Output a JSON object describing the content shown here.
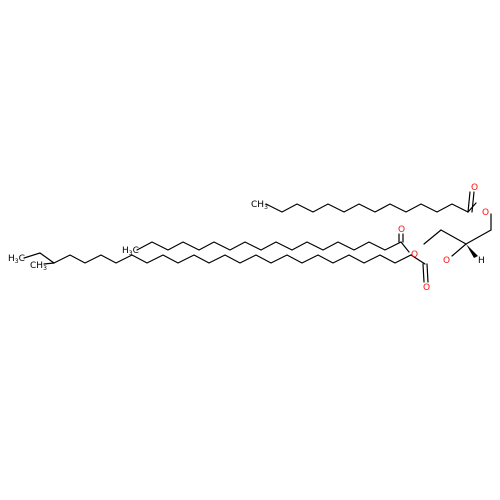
{
  "molecule": {
    "atoms": {
      "o_top_ester": "O",
      "o_top_carbonyl": "O",
      "o_mid_ester": "O",
      "o_mid_carbonyl": "O",
      "o_low_ester": "O",
      "o_low_carbonyl": "O",
      "h_stereo": "H"
    },
    "terminal_groups": {
      "top_chain": {
        "main": "CH",
        "sub": "3"
      },
      "mid_chain": {
        "main": "H",
        "sub": "3",
        "suffix": "C"
      },
      "low_chain_ethyl": {
        "main": "H",
        "sub": "3",
        "suffix": "C"
      },
      "low_chain_methyl": {
        "main": "CH",
        "sub": "3"
      }
    },
    "colors": {
      "bond": "#000000",
      "oxygen": "#ff0d0d"
    }
  }
}
